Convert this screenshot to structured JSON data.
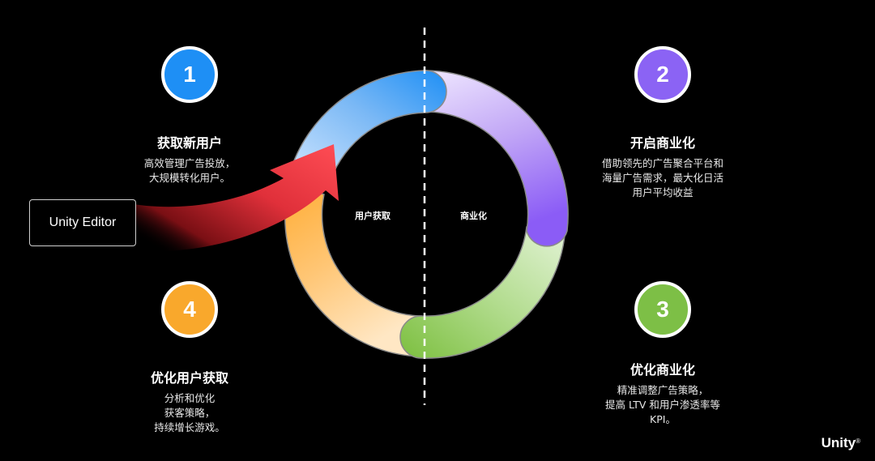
{
  "center_labels": {
    "left": "用户获取",
    "right": "商业化"
  },
  "source": {
    "label": "Unity Editor"
  },
  "steps": [
    {
      "number": "1",
      "title": "获取新用户",
      "desc": [
        "高效管理广告投放，",
        "大规模转化用户。"
      ],
      "color": "#1e8ff5"
    },
    {
      "number": "2",
      "title": "开启商业化",
      "desc": [
        "借助领先的广告聚合平台和",
        "海量广告需求，最大化日活",
        "用户平均收益"
      ],
      "color": "#8b63f4"
    },
    {
      "number": "3",
      "title": "优化商业化",
      "desc": [
        "精准调整广告策略，",
        "提高 LTV 和用户渗透率等",
        "KPI。"
      ],
      "color": "#7dbf46"
    },
    {
      "number": "4",
      "title": "优化用户获取",
      "desc": [
        "分析和优化",
        "获客策略，",
        "持续增长游戏。"
      ],
      "color": "#f9a82c"
    }
  ],
  "brand": {
    "name": "Unity",
    "mark": "®"
  }
}
